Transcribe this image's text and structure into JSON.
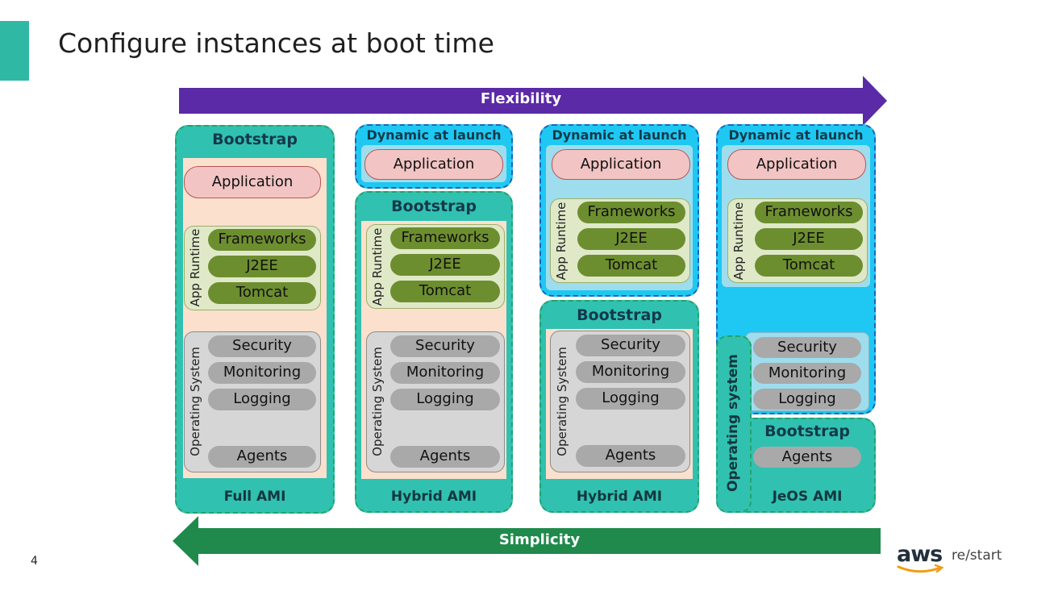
{
  "title": "Configure instances at boot time",
  "page_number": "4",
  "arrows": {
    "top": "Flexibility",
    "bottom": "Simplicity"
  },
  "logo": {
    "brand": "aws",
    "product": "re/start"
  },
  "components": {
    "application": "Application",
    "frameworks": "Frameworks",
    "j2ee": "J2EE",
    "tomcat": "Tomcat",
    "security": "Security",
    "monitoring": "Monitoring",
    "logging": "Logging",
    "agents": "Agents"
  },
  "labels": {
    "bootstrap": "Bootstrap",
    "dynamic_at_launch": "Dynamic at launch",
    "app_runtime": "App Runtime",
    "operating_system": "Operating System",
    "operating_system_lower": "Operating system"
  },
  "columns": [
    {
      "name": "Full AMI"
    },
    {
      "name": "Hybrid AMI"
    },
    {
      "name": "Hybrid AMI"
    },
    {
      "name": "JeOS AMI"
    }
  ],
  "colors": {
    "flexibility_arrow": "#5b2aa6",
    "simplicity_arrow": "#1f8a4c",
    "bootstrap": "#31c1b0",
    "dynamic": "#1ec8f2",
    "accent": "#2fb8a4"
  }
}
